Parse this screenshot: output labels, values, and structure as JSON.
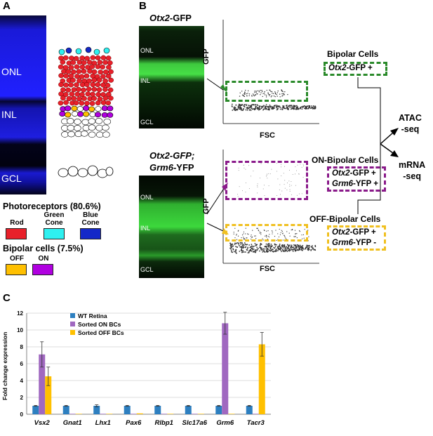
{
  "panel_a": {
    "letter": "A",
    "layers": [
      "ONL",
      "INL",
      "GCL"
    ],
    "photoreceptors_title": "Photoreceptors (80.6%)",
    "photoreceptor_types": [
      {
        "label": "Rod",
        "color": "#e8202a"
      },
      {
        "label": "Green Cone",
        "color": "#2ef0f0"
      },
      {
        "label": "Blue Cone",
        "color": "#1428c8"
      }
    ],
    "bipolar_title": "Bipolar cells (7.5%)",
    "bipolar_types": [
      {
        "label": "OFF",
        "color": "#ffc000"
      },
      {
        "label": "ON",
        "color": "#b000e0"
      }
    ]
  },
  "panel_b": {
    "letter": "B",
    "top_title_italic": "Otx2",
    "top_title_rest": "-GFP",
    "top_layers": [
      "ONL",
      "INL",
      "GCL"
    ],
    "bottom_title_line1": "Otx2-GFP;",
    "bottom_title_line2_italic": "Grm6",
    "bottom_title_line2_rest": "-YFP",
    "bottom_layers": [
      "ONL",
      "INL",
      "GCL"
    ],
    "y_axis": "GFP",
    "x_axis": "FSC",
    "bipolar_cells_label": "Bipolar Cells",
    "bipolar_gate_italic": "Otx2",
    "bipolar_gate_rest": "-GFP  +",
    "on_bipolar_label": "ON-Bipolar Cells",
    "on_gate_line1_italic": "Otx2",
    "on_gate_line1_rest": "-GFP  +",
    "on_gate_line2_italic": "Grm6",
    "on_gate_line2_rest": "-YFP +",
    "off_bipolar_label": "OFF-Bipolar Cells",
    "off_gate_line1_italic": "Otx2",
    "off_gate_line1_rest": "-GFP  +",
    "off_gate_line2_italic": "Grm6",
    "off_gate_line2_rest": "-YFP  -",
    "outputs": [
      "ATAC\n-seq",
      "mRNA\n-seq"
    ],
    "colors": {
      "green_gate": "#2a8a2a",
      "purple_gate": "#8a1a8a",
      "yellow_gate": "#f0c020"
    }
  },
  "panel_c": {
    "letter": "C",
    "chart_data": {
      "type": "bar",
      "ylabel": "Fold change expression",
      "ylim": [
        0,
        12
      ],
      "yticks": [
        0,
        2,
        4,
        6,
        8,
        10,
        12
      ],
      "categories": [
        "Vsx2",
        "Gnat1",
        "Lhx1",
        "Pax6",
        "Rlbp1",
        "Slc17a6",
        "Grm6",
        "Tacr3"
      ],
      "series": [
        {
          "name": "WT Retina",
          "color": "#2d7fc0",
          "values": [
            1,
            1,
            1,
            1,
            1,
            1,
            1,
            1
          ],
          "errors": [
            0.05,
            0.05,
            0.12,
            0.05,
            0.05,
            0.05,
            0.05,
            0.05
          ]
        },
        {
          "name": "Sorted ON BCs",
          "color": "#a068c0",
          "values": [
            7.1,
            0.05,
            0.05,
            0.05,
            0.05,
            0.05,
            10.8,
            0.05
          ],
          "errors": [
            1.5,
            0,
            0,
            0,
            0,
            0,
            1.3,
            0
          ]
        },
        {
          "name": "Sorted OFF BCs",
          "color": "#ffc000",
          "values": [
            4.5,
            0.05,
            0.05,
            0.1,
            0.05,
            0.05,
            0.05,
            8.3
          ],
          "errors": [
            1.1,
            0,
            0,
            0,
            0,
            0,
            0,
            1.4
          ]
        }
      ],
      "legend_position": "top-left",
      "grid": "horizontal"
    }
  }
}
